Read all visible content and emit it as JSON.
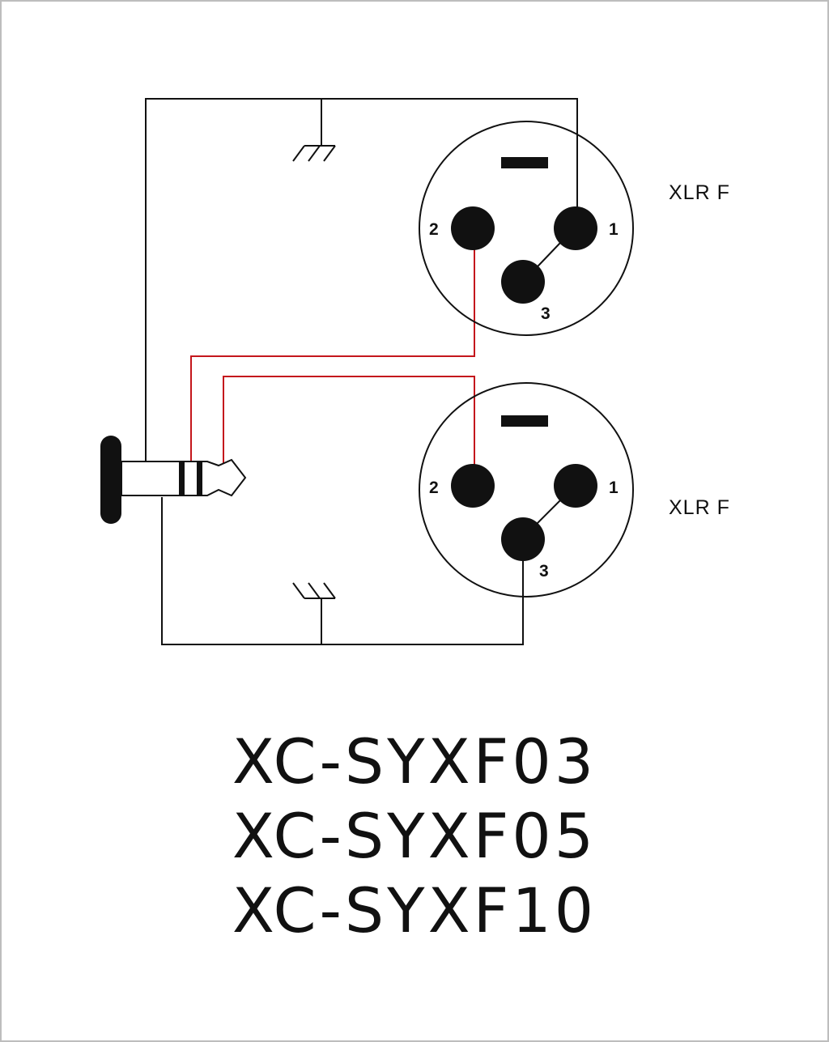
{
  "connectors": [
    {
      "label": "XLR F",
      "pins": {
        "p1": "1",
        "p2": "2",
        "p3": "3"
      }
    },
    {
      "label": "XLR F",
      "pins": {
        "p1": "1",
        "p2": "2",
        "p3": "3"
      }
    }
  ],
  "models": [
    "XC-SYXF03",
    "XC-SYXF05",
    "XC-SYXF10"
  ],
  "colors": {
    "wire": "#111111",
    "signal": "#c4161c",
    "border": "#bdbdbd"
  }
}
